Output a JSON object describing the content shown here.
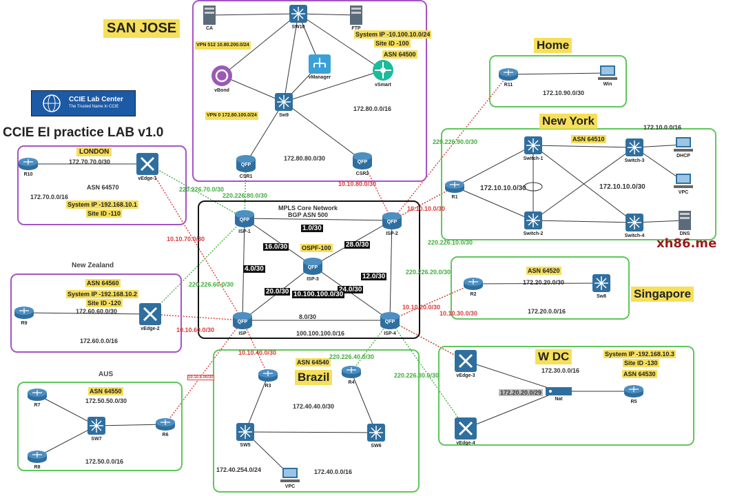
{
  "page_title": "CCIE EI practice LAB v1.0",
  "logo": {
    "line1": "CCIE Lab Center",
    "line2": "The Trusted Name In CCIE",
    "icon": "globe-logo-icon"
  },
  "watermark": "xh86.me",
  "colors": {
    "wan": "#3fae3b",
    "internet": "#d83b3b",
    "site_border": "#5fc65b",
    "hq_border": "#a553c4",
    "highlight": "#f6df5a"
  },
  "sites": {
    "san_jose": {
      "title": "SAN JOSE",
      "devices": {
        "ca": "CA",
        "sw10": "SW10",
        "ftp": "FTP",
        "vbond": "vBond",
        "vmanager": "vManager",
        "vsmart": "vSmart",
        "sw9": "Sw9",
        "csr1": "CSR1",
        "csr2": "CSR2"
      },
      "system": "System  IP -10.100.10.0/24",
      "site_id": "Site ID -100",
      "asn": "ASN  64500",
      "vpn512": "VPN 512 10.80.200.0/24",
      "vpn0": "VPN 0 172.80.100.0/24",
      "net1": "172.80.0.0/16",
      "net2": "172.80.80.0/30"
    },
    "london": {
      "title": "LONDON",
      "devices": {
        "r10": "R10",
        "vedge1": "vEdge-1"
      },
      "link": "172.70.70.0/30",
      "asn": "ASN 64570",
      "net": "172.70.0.0/16",
      "system": "System  IP -192.168.10.1",
      "site_id": "Site ID -110"
    },
    "new_zealand": {
      "title": "New Zealand",
      "devices": {
        "r9": "R9",
        "vedge2": "vEdge-2"
      },
      "asn": "ASN 64560",
      "system": "System  IP -192.168.10.2",
      "site_id": "Site ID -120",
      "link": "172.60.60.0/30",
      "net": "172.60.0.0/16"
    },
    "aus": {
      "title": "AUS",
      "devices": {
        "r7": "R7",
        "sw7": "SW7",
        "r6": "R6",
        "r8": "R8"
      },
      "asn": "ASN 64550",
      "link": "172.50.50.0/30",
      "net": "172.50.0.0/16"
    },
    "brazil": {
      "title": "Brazil",
      "devices": {
        "r3": "R3",
        "r4": "R4",
        "sw5": "SW5",
        "sw6": "SW6",
        "vpc": "VPC"
      },
      "asn": "ASN 64540",
      "link": "172.40.40.0/30",
      "vpc_net": "172.40.254.0/24",
      "net": "172.40.0.0/16"
    },
    "home": {
      "title": "Home",
      "devices": {
        "r11": "R11",
        "win": "Win"
      },
      "net": "172.10.90.0/30"
    },
    "new_york": {
      "title": "New York",
      "devices": {
        "r1": "R1",
        "switch1": "Switch-1",
        "switch2": "Switch-2",
        "switch3": "Switch-3",
        "switch4": "Switch-4",
        "dhcp": "DHCP",
        "vpc": "VPC",
        "dns": "DNS"
      },
      "net": "172.10.0.0/16",
      "asn": "ASN 64510",
      "link1": "172.10.10.0/30",
      "link2": "172.10.10.0/30"
    },
    "singapore": {
      "title": "Singapore",
      "devices": {
        "r2": "R2",
        "sw8": "Sw8"
      },
      "asn": "ASN 64520",
      "link": "172.20.20.0/30",
      "net": "172.20.0.0/16"
    },
    "wdc": {
      "title": "W DC",
      "devices": {
        "vedge3": "vEdge-3",
        "vedge4": "vEdge-4",
        "nat": "Nat",
        "r5": "R5"
      },
      "system": "System  IP -192.168.10.3",
      "site_id": "Site ID -130",
      "net": "172.30.0.0/16",
      "asn": "ASN 64530",
      "nat_net": "172.20.20.0/29"
    }
  },
  "core": {
    "title1": "MPLS Core Network",
    "title2": "BGP ASN 500",
    "ospf": "OSPF-100",
    "devices": {
      "isp1": "ISP-1",
      "isp2": "ISP-2",
      "isp3": "ISP-3",
      "isp4": "ISP-4",
      "center": "ISP"
    },
    "links": {
      "l1": "1.0/30",
      "l2": "16.0/30",
      "l3": "28.0/30",
      "l4": "4.0/30",
      "l5": "12.0/30",
      "l6": "20.0/30",
      "l7": "24.0/30",
      "l8": "10.100.100.0/30",
      "l9": "8.0/30",
      "loop": "100.100.100.0/16"
    }
  },
  "wan_links": {
    "a": "220.226.70.0/30",
    "b": "220.226.80.0/30",
    "c": "220.226.60.0/30",
    "d": "220.226.90.0/30",
    "e": "220.226.10.0/30",
    "f": "220.226.20.0/30",
    "g": "220.226.40.0/30",
    "h": "220.226.30.0/30"
  },
  "inet_links": {
    "a": "10.10.70.0/30",
    "b": "10.10.60.0/30",
    "c": "10.10.80.0/30",
    "d": "10.10.10.0/30",
    "e": "10.10.20.0/30",
    "f": "10.10.30.0/30",
    "g": "10.10.40.0/30",
    "h": "10.10.8.00/30"
  }
}
